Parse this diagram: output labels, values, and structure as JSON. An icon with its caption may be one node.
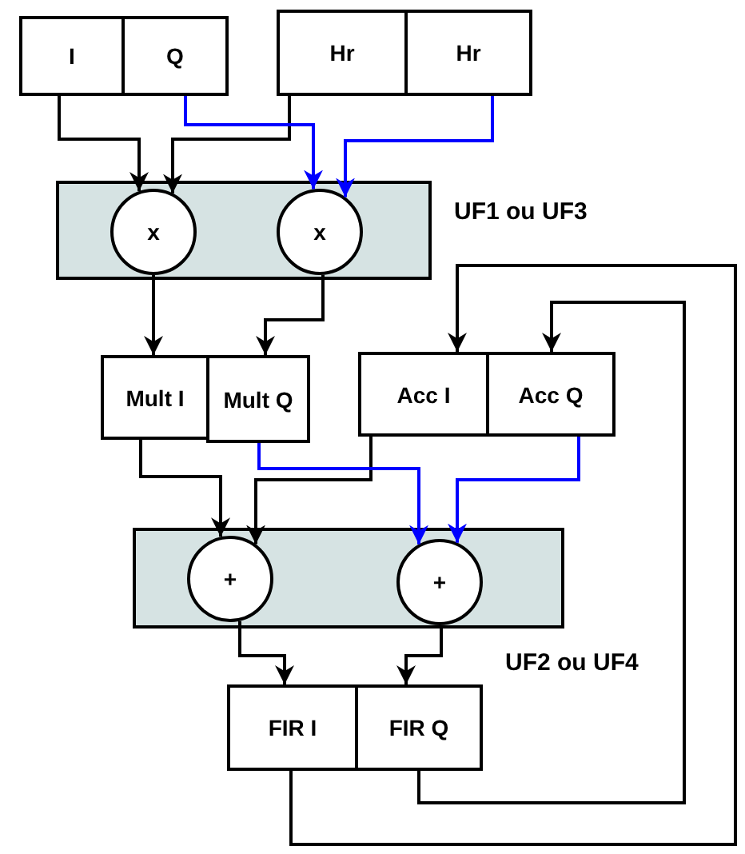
{
  "diagram": {
    "nodes": [
      {
        "text": [
          "I"
        ]
      },
      {
        "text": [
          "Q"
        ]
      },
      {
        "text": [
          "Hr"
        ]
      },
      {
        "text": [
          "Hr"
        ]
      },
      {
        "text": [],
        "shape": "box",
        "beside": [
          "UF1 ou UF3"
        ]
      },
      {
        "text": [
          "x"
        ],
        "in": 4
      },
      {
        "text": [
          "x"
        ],
        "in": 4
      },
      {
        "text": [
          "Mult I"
        ]
      },
      {
        "text": [
          "Mult Q"
        ]
      },
      {
        "text": [
          "Acc I"
        ]
      },
      {
        "text": [
          "Acc Q"
        ]
      },
      {
        "text": [],
        "shape": "box",
        "beside": [
          "UF2 ou UF4"
        ]
      },
      {
        "text": [
          "+"
        ],
        "in": 11
      },
      {
        "text": [
          "+"
        ],
        "in": 11
      },
      {
        "text": [
          "FIR I"
        ]
      },
      {
        "text": [
          "FIR Q"
        ]
      }
    ],
    "edges": [
      {
        "from": 0,
        "to": 5,
        "arrow": "to"
      },
      {
        "from": 2,
        "to": 5,
        "arrow": "to"
      },
      {
        "from": 1,
        "to": 6,
        "arrow": "to",
        "color": "#0000ff"
      },
      {
        "from": 3,
        "to": 6,
        "arrow": "to",
        "color": "#0000ff"
      },
      {
        "from": 5,
        "to": 7,
        "arrow": "to"
      },
      {
        "from": 6,
        "to": 8,
        "arrow": "to"
      },
      {
        "from": 14,
        "to": 9,
        "arrow": "to"
      },
      {
        "from": 15,
        "to": 10,
        "arrow": "to"
      },
      {
        "from": 7,
        "to": 12,
        "arrow": "to"
      },
      {
        "from": 9,
        "to": 12,
        "arrow": "to"
      },
      {
        "from": 8,
        "to": 13,
        "arrow": "to",
        "color": "#0000ff"
      },
      {
        "from": 10,
        "to": 13,
        "arrow": "to",
        "color": "#0000ff"
      },
      {
        "from": 12,
        "to": 14,
        "arrow": "to"
      },
      {
        "from": 13,
        "to": 15,
        "arrow": "to"
      }
    ]
  }
}
